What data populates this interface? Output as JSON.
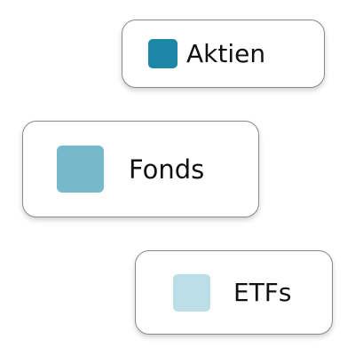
{
  "items": [
    {
      "label": "Aktien",
      "color": "#1c87a6"
    },
    {
      "label": "Fonds",
      "color": "#75b9cb"
    },
    {
      "label": "ETFs",
      "color": "#bcdee7"
    }
  ]
}
